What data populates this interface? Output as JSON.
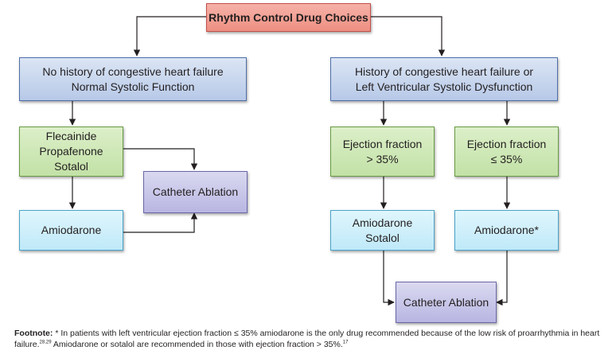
{
  "diagram": {
    "title": "Rhythm Control Drug Choices",
    "no_chf": "No history of congestive heart failure\nNormal Systolic Function",
    "chf": "History of congestive heart failure or\nLeft Ventricular Systolic Dysfunction",
    "drugs_left": "Flecainide\nPropafenone\nSotalol",
    "amiodarone_left": "Amiodarone",
    "ablation_left": "Catheter Ablation",
    "ef_gt35": "Ejection fraction\n> 35%",
    "ef_le35": "Ejection fraction\n≤ 35%",
    "amio_sotalol": "Amiodarone\nSotalol",
    "amio_star": "Amiodarone*",
    "ablation_bottom": "Catheter Ablation"
  },
  "footnote": {
    "label": "Footnote:",
    "text1": " * In patients with left ventricular ejection fraction ≤ 35% amiodarone is the only drug recommended because of the low risk of proarrhythmia in heart failure.",
    "ref1": "28,29",
    "text2": " Amiodarone or sotalol are recommended in those with ejection fraction > 35%.",
    "ref2": "17"
  },
  "colors": {
    "title_fill": "#ee8f82",
    "condition_fill": "#b7c9e8",
    "drug_fill": "#c2e1a6",
    "amiodarone_fill": "#bfe9f8",
    "ablation_fill": "#b8b6e2",
    "connector": "#231f20"
  }
}
